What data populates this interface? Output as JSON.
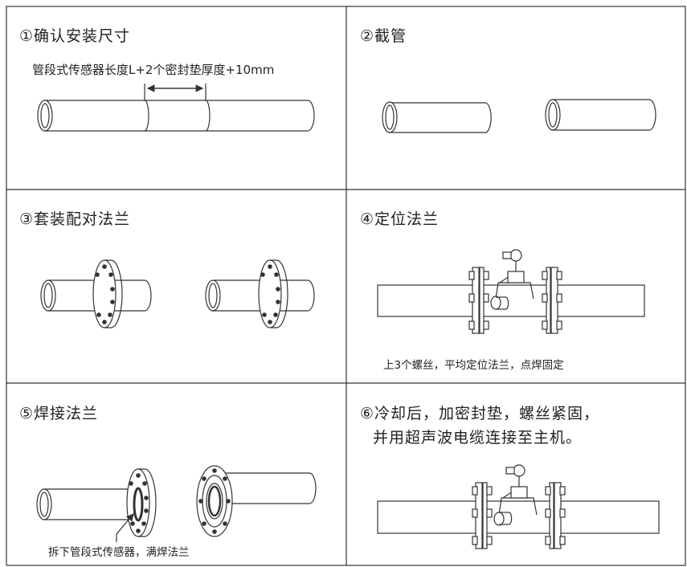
{
  "steps": [
    {
      "num": "①",
      "title": "确认安装尺寸",
      "note": "管段式传感器长度L+2个密封垫厚度+10mm"
    },
    {
      "num": "②",
      "title": "截管"
    },
    {
      "num": "③",
      "title": "套装配对法兰"
    },
    {
      "num": "④",
      "title": "定位法兰",
      "note": "上3个螺丝，平均定位法兰，点焊固定"
    },
    {
      "num": "⑤",
      "title": "焊接法兰",
      "note": "拆下管段式传感器，满焊法兰"
    },
    {
      "num": "⑥",
      "title": "冷却后，加密封垫，螺丝紧固，",
      "title2": "并用超声波电缆连接至主机。"
    }
  ],
  "colors": {
    "line": "#333333",
    "background": "#ffffff"
  }
}
